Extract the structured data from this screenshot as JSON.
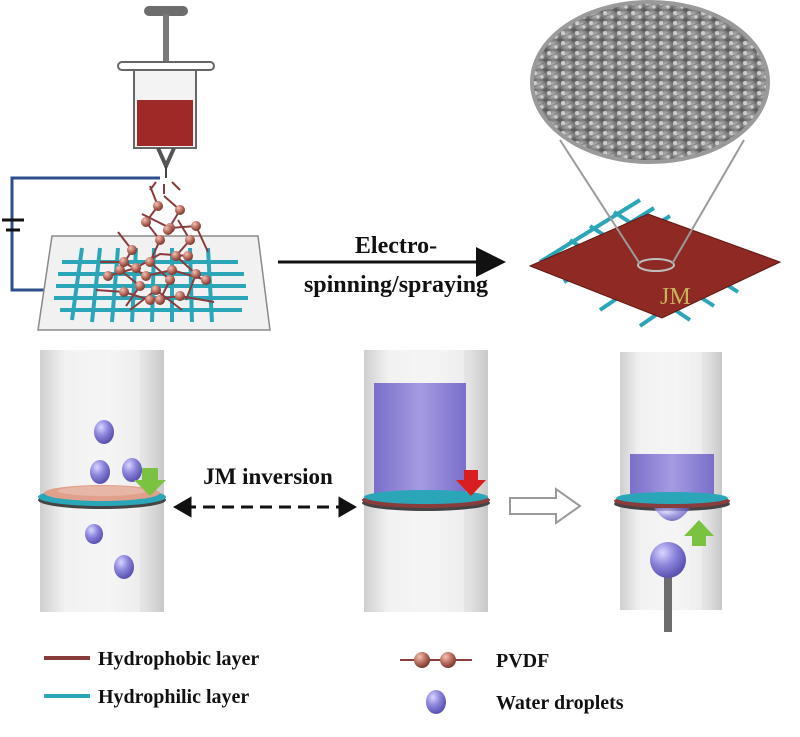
{
  "process_label_line1": "Electro-",
  "process_label_line2": "spinning/spraying",
  "membrane_label": "JM",
  "inversion_label": "JM inversion",
  "legend": {
    "hydrophobic": "Hydrophobic layer",
    "hydrophilic": "Hydrophilic layer",
    "pvdf": "PVDF",
    "water": "Water droplets"
  },
  "colors": {
    "hydrophobic": "#8a3b3b",
    "hydrophilic": "#2aa6b8",
    "pvdf_bead": "#b5675a",
    "water": "#7b78c8",
    "liquid": "#8f86d6",
    "arrow_green": "#7cc242",
    "arrow_red": "#d81e1e",
    "membrane": "#8e2a23"
  }
}
